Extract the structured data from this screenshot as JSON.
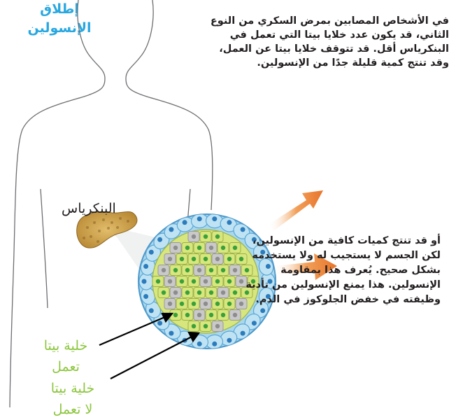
{
  "description_text": "في الأشخاص المصابين بمرض السكري من النوع الثاني، قد يكون عدد خلايا بيتا التي تعمل في البنكرياس أقل. قد تتوقف خلايا بيتا عن العمل، وقد تنتج كمية قليلة جدًا من الإنسولين.",
  "insulin_release": {
    "line1": "إطلاق",
    "line2": "الإنسولين"
  },
  "resistance_text": "أو قد تنتج كميات كافية من الإنسولين، لكن الجسم لا يستجيب له ولا يستخدمه بشكل صحيح. يُعرف هذا بمقاومة الإنسولين. هذا يمنع الإنسولين من تأدية وظيفته في خفض الجلوكوز في الدم.",
  "pancreas_label": "البنكرياس",
  "beta_working": {
    "line1": "خلية بيتا",
    "line2": "تعمل"
  },
  "beta_not_working": {
    "line1": "خلية بيتا",
    "line2": "لا تعمل"
  },
  "colors": {
    "accent_blue": "#29a8e0",
    "green_label": "#8dc63f",
    "arrow_orange": "#e8742a",
    "beta_cell_green": "#d7e67d",
    "outer_cell_blue": "#a8d8ee",
    "inactive_cell_gray": "#c9c9c9"
  }
}
